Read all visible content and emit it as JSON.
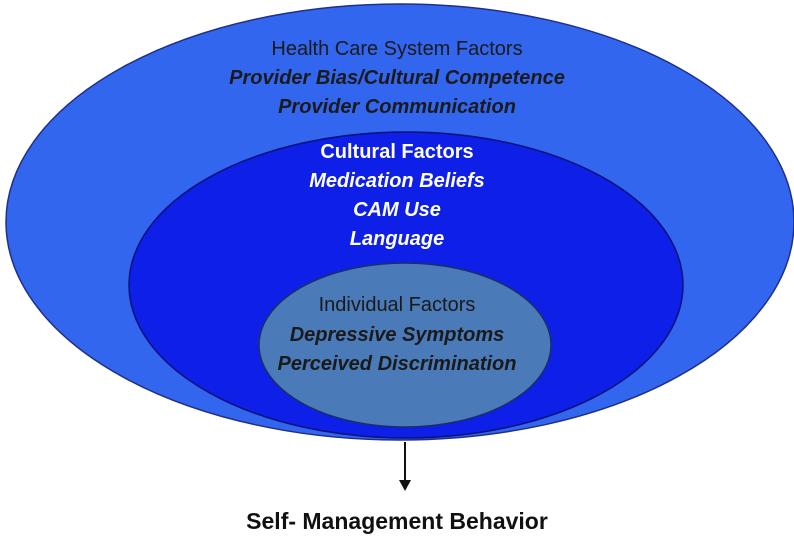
{
  "diagram": {
    "outer": {
      "heading": "Health Care System Factors",
      "items": [
        "Provider Bias/Cultural Competence",
        "Provider Communication"
      ],
      "fill": "#3366ee"
    },
    "middle": {
      "heading": "Cultural Factors",
      "items": [
        "Medication Beliefs",
        "CAM Use",
        "Language"
      ],
      "fill": "#0e1fe8"
    },
    "inner": {
      "heading": "Individual Factors",
      "items": [
        "Depressive Symptoms",
        "Perceived Discrimination"
      ],
      "fill": "#4a7ab8"
    },
    "outcome": "Self- Management Behavior"
  }
}
